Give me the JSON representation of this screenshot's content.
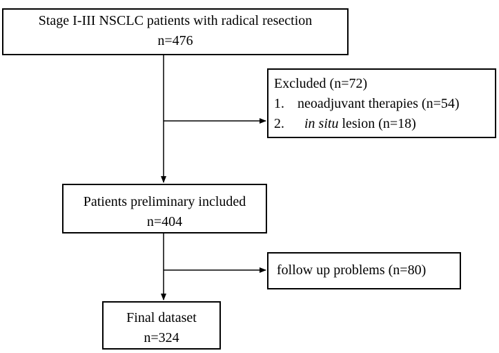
{
  "diagram": {
    "start": {
      "line1": "Stage I-III NSCLC patients with radical resection",
      "line2": "n=476"
    },
    "excluded": {
      "title": "Excluded (n=72)",
      "items": [
        {
          "num": "1.",
          "text": "neoadjuvant therapies (n=54)"
        },
        {
          "num": "2.",
          "italic": "in situ",
          "rest": " lesion (n=18)"
        }
      ]
    },
    "included": {
      "line1": "Patients preliminary included",
      "line2": "n=404"
    },
    "follow": {
      "text": "follow up problems (n=80)"
    },
    "final": {
      "line1": "Final dataset",
      "line2": "n=324"
    }
  }
}
